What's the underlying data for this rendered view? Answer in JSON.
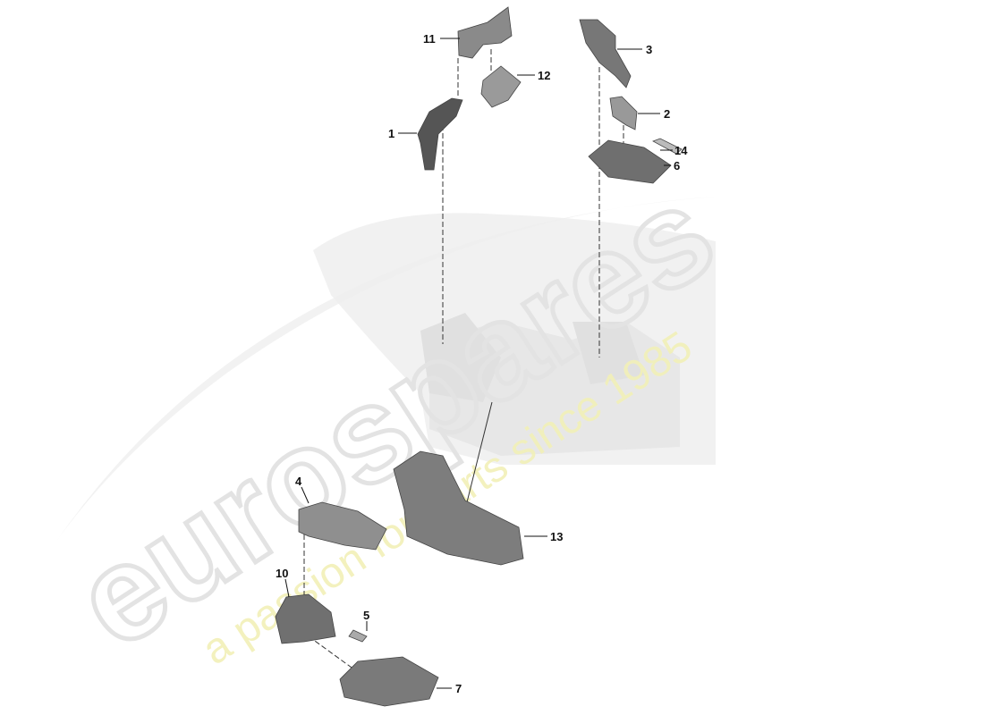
{
  "watermark": {
    "brand": "eurospares",
    "tagline": "a passion for parts since 1985",
    "brand_color": "#e6e6e6",
    "tagline_color": "#f2f0b8"
  },
  "diagram": {
    "part_color": "#8a8a8a",
    "labels": [
      "1",
      "2",
      "3",
      "4",
      "5",
      "6",
      "7",
      "10",
      "11",
      "12",
      "13",
      "14"
    ]
  }
}
